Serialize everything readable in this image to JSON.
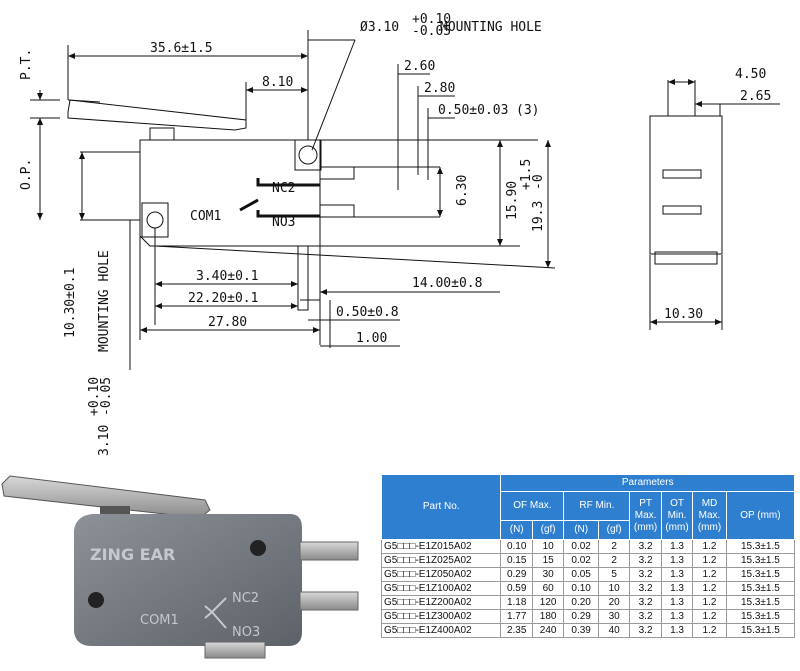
{
  "drawing": {
    "mounting_hole_label": "MOUNTING HOLE",
    "mounting_hole_top": "Ø3.10",
    "tol_plus": "+0.10",
    "tol_minus": "-0.05",
    "mounting_hole_side": "3.10",
    "labels": {
      "pt": "P.T.",
      "op": "O.P.",
      "com": "COM1",
      "nc": "NC2",
      "no": "NO3"
    },
    "dims": {
      "d1": "35.6±1.5",
      "d2": "8.10",
      "d3": "2.60",
      "d4": "2.80",
      "d5": "0.50±0.03",
      "d5_note": "(3)",
      "d6": "6.30",
      "d7": "15.90",
      "d8": "19.3",
      "d8_plus": "+1.5",
      "d8_minus": "-0",
      "d9": "10.30±0.1",
      "d10": "3.40±0.1",
      "d11": "22.20±0.1",
      "d12": "27.80",
      "d13": "14.00±0.8",
      "d14": "0.50±0.8",
      "d15": "1.00",
      "d16": "4.50",
      "d17": "2.65",
      "d18": "10.30"
    }
  },
  "photo": {
    "brand": "ZING EAR",
    "com": "COM1",
    "nc": "NC2",
    "no": "NO3"
  },
  "table": {
    "headers": {
      "part_no": "Part No.",
      "parameters": "Parameters",
      "of": "OF Max.",
      "rf": "RF Min.",
      "pt": "PT Max. (mm)",
      "ot": "OT Min. (mm)",
      "md": "MD Max. (mm)",
      "op": "OP (mm)",
      "unit_n": "(N)",
      "unit_gf": "(gf)"
    },
    "rows": [
      {
        "part": "G5□□□-E1Z015A02",
        "of_n": "0.10",
        "of_gf": "10",
        "rf_n": "0.02",
        "rf_gf": "2",
        "pt": "3.2",
        "ot": "1.3",
        "md": "1.2",
        "op": "15.3±1.5"
      },
      {
        "part": "G5□□□-E1Z025A02",
        "of_n": "0.15",
        "of_gf": "15",
        "rf_n": "0.02",
        "rf_gf": "2",
        "pt": "3.2",
        "ot": "1.3",
        "md": "1.2",
        "op": "15.3±1.5"
      },
      {
        "part": "G5□□□-E1Z050A02",
        "of_n": "0.29",
        "of_gf": "30",
        "rf_n": "0.05",
        "rf_gf": "5",
        "pt": "3.2",
        "ot": "1.3",
        "md": "1.2",
        "op": "15.3±1.5"
      },
      {
        "part": "G5□□□-E1Z100A02",
        "of_n": "0.59",
        "of_gf": "60",
        "rf_n": "0.10",
        "rf_gf": "10",
        "pt": "3.2",
        "ot": "1.3",
        "md": "1.2",
        "op": "15.3±1.5"
      },
      {
        "part": "G5□□□-E1Z200A02",
        "of_n": "1.18",
        "of_gf": "120",
        "rf_n": "0.20",
        "rf_gf": "20",
        "pt": "3.2",
        "ot": "1.3",
        "md": "1.2",
        "op": "15.3±1.5"
      },
      {
        "part": "G5□□□-E1Z300A02",
        "of_n": "1.77",
        "of_gf": "180",
        "rf_n": "0.29",
        "rf_gf": "30",
        "pt": "3.2",
        "ot": "1.3",
        "md": "1.2",
        "op": "15.3±1.5"
      },
      {
        "part": "G5□□□-E1Z400A02",
        "of_n": "2.35",
        "of_gf": "240",
        "rf_n": "0.39",
        "rf_gf": "40",
        "pt": "3.2",
        "ot": "1.3",
        "md": "1.2",
        "op": "15.3±1.5"
      }
    ]
  }
}
